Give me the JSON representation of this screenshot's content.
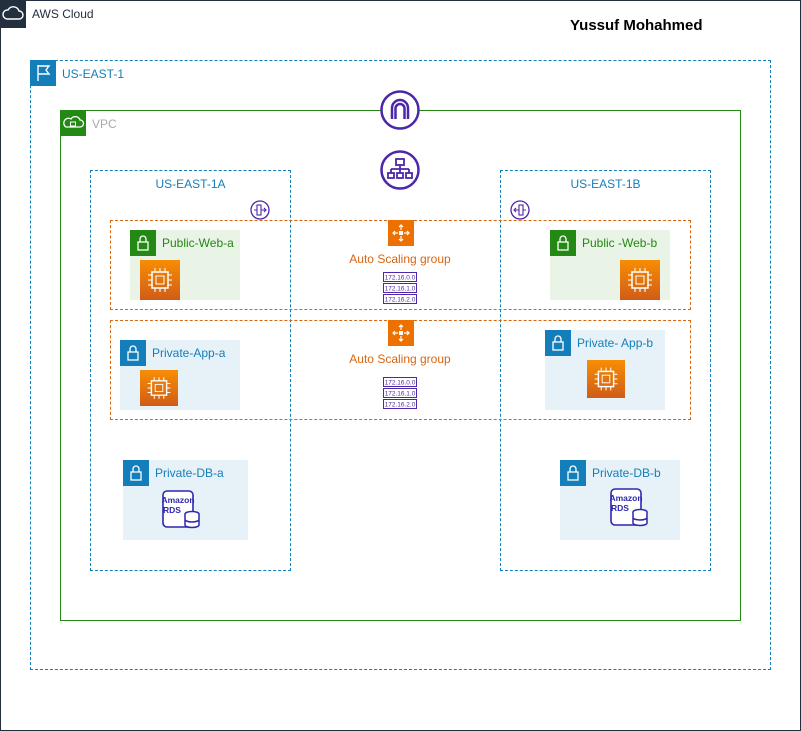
{
  "cloud": {
    "label": "AWS Cloud",
    "icon": "cloud-icon"
  },
  "author": "Yussuf Mohahmed",
  "region": {
    "label": "US-EAST-1",
    "icon": "region-flag-icon"
  },
  "vpc": {
    "label": "VPC",
    "icon": "vpc-icon"
  },
  "gateways": {
    "internet_gateway_icon": "internet-gateway-icon",
    "load_balancer_icon": "load-balancer-icon"
  },
  "azs": [
    {
      "label": "US-EAST-1A",
      "nacl_icon": "network-acl-icon"
    },
    {
      "label": "US-EAST-1B",
      "nacl_icon": "network-acl-icon"
    }
  ],
  "auto_scaling_groups": [
    {
      "label": "Auto Scaling group",
      "cidrs": [
        "172.16.0.0",
        "172.16.1.0",
        "172.16.2.0"
      ]
    },
    {
      "label": "Auto Scaling group",
      "cidrs": [
        "172.16.0.0",
        "172.16.1.0",
        "172.16.2.0"
      ]
    }
  ],
  "subnets": {
    "public_web_a": "Public-Web-a",
    "public_web_b": "Public -Web-b",
    "private_app_a": "Private-App-a",
    "private_app_b": "Private- App-b",
    "private_db_a": "Private-DB-a",
    "private_db_b": "Private-DB-b"
  },
  "rds": {
    "line1": "Amazon",
    "line2": "RDS"
  },
  "colors": {
    "cloud": "#232f3e",
    "region": "#147eba",
    "vpc": "#248814",
    "asg": "#d86613",
    "public_subnet_bg": "#e9f3e6",
    "private_subnet_bg": "#e6f2f8",
    "purple": "#4d27aa",
    "ec2": "#ed7100"
  }
}
